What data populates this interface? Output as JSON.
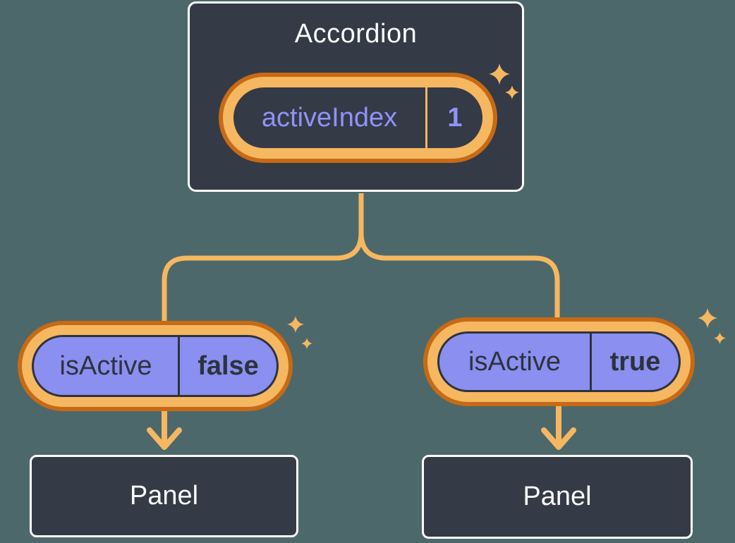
{
  "diagram": {
    "accordion": {
      "title": "Accordion",
      "state": {
        "label": "activeIndex",
        "value": "1"
      }
    },
    "left_child": {
      "prop": {
        "label": "isActive",
        "value": "false"
      }
    },
    "right_child": {
      "prop": {
        "label": "isActive",
        "value": "true"
      }
    },
    "left_panel": {
      "label": "Panel"
    },
    "right_panel": {
      "label": "Panel"
    }
  },
  "icons": [
    {
      "name": "sparkle-icon",
      "glyph": "four-point-star"
    }
  ],
  "colors": {
    "background": "#4D686A",
    "card_fill": "#343A46",
    "card_border": "#FFFFFF",
    "accent_light_orange": "#F6B761",
    "accent_dark_orange": "#C76A15",
    "pill_purple": "#8B8FF0",
    "text_light": "#FBFCFD",
    "text_dark": "#2D333D",
    "text_purple": "#8F93F6"
  }
}
